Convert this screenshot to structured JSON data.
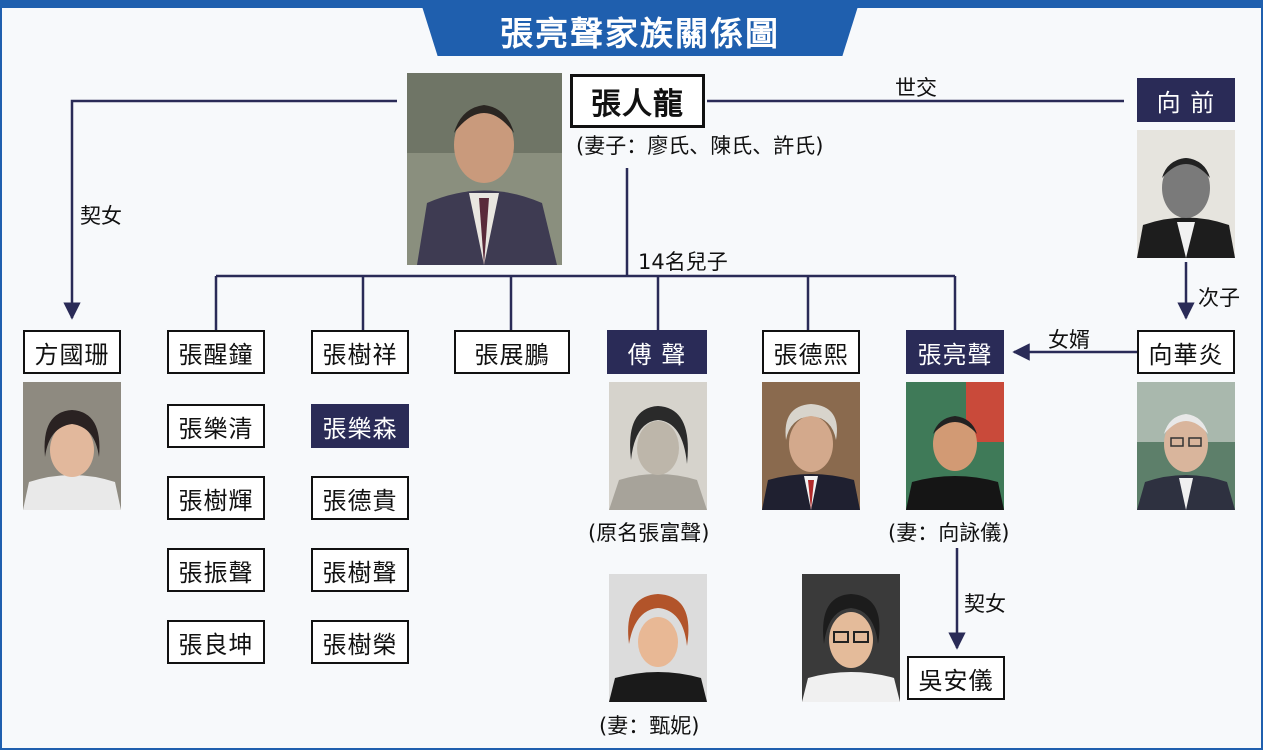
{
  "title": "張亮聲家族關係圖",
  "root": {
    "name": "張人龍",
    "note": "(妻子：廖氏、陳氏、許氏)"
  },
  "friend": {
    "name": "向 前",
    "relation": "世交"
  },
  "friend_son": {
    "name": "向華炎",
    "relation": "次子"
  },
  "son_in_law_label": "女婿",
  "goddaughter_left": {
    "name": "方國珊",
    "relation": "契女"
  },
  "sons_label": "14名兒子",
  "sons_col1": [
    "張醒鐘",
    "張樂清",
    "張樹輝",
    "張振聲",
    "張良坤"
  ],
  "sons_col2": [
    "張樹祥",
    "張樂森",
    "張德貴",
    "張樹聲",
    "張樹榮"
  ],
  "son_zhanpeng": "張展鵬",
  "son_fusheng": {
    "name": "傅 聲",
    "note": "(原名張富聲)",
    "wife_note": "(妻：甄妮)"
  },
  "son_dexi": "張德熙",
  "son_liangsheng": {
    "name": "張亮聲",
    "wife_note": "(妻：向詠儀)"
  },
  "goddaughter_right": {
    "name": "吳安儀",
    "relation": "契女"
  },
  "colors": {
    "accent": "#1f5fae",
    "dark_box": "#2a2b57",
    "line": "#2a2b57"
  }
}
